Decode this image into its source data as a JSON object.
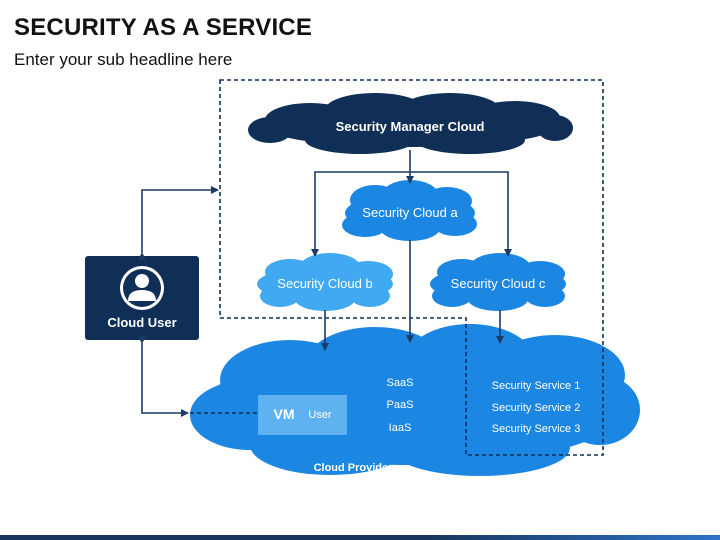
{
  "header": {
    "title": "SECURITY AS A SERVICE",
    "subtitle": "Enter your sub headline here"
  },
  "nodes": {
    "manager_cloud": "Security Manager Cloud",
    "cloud_a": "Security Cloud a",
    "cloud_b": "Security Cloud b",
    "cloud_c": "Security Cloud c",
    "cloud_user": "Cloud User",
    "cloud_provider": "Cloud Provider",
    "vm": "VM",
    "vm_user": "User",
    "services_stack": [
      "SaaS",
      "PaaS",
      "IaaS"
    ],
    "security_services": [
      "Security Service 1",
      "Security Service 2",
      "Security Service 3"
    ]
  },
  "colors": {
    "dark_navy": "#0f2f57",
    "cloud_blue": "#1c86e3",
    "light_cloud_blue": "#40a9f2",
    "arrow": "#1b3a66",
    "white": "#ffffff"
  }
}
